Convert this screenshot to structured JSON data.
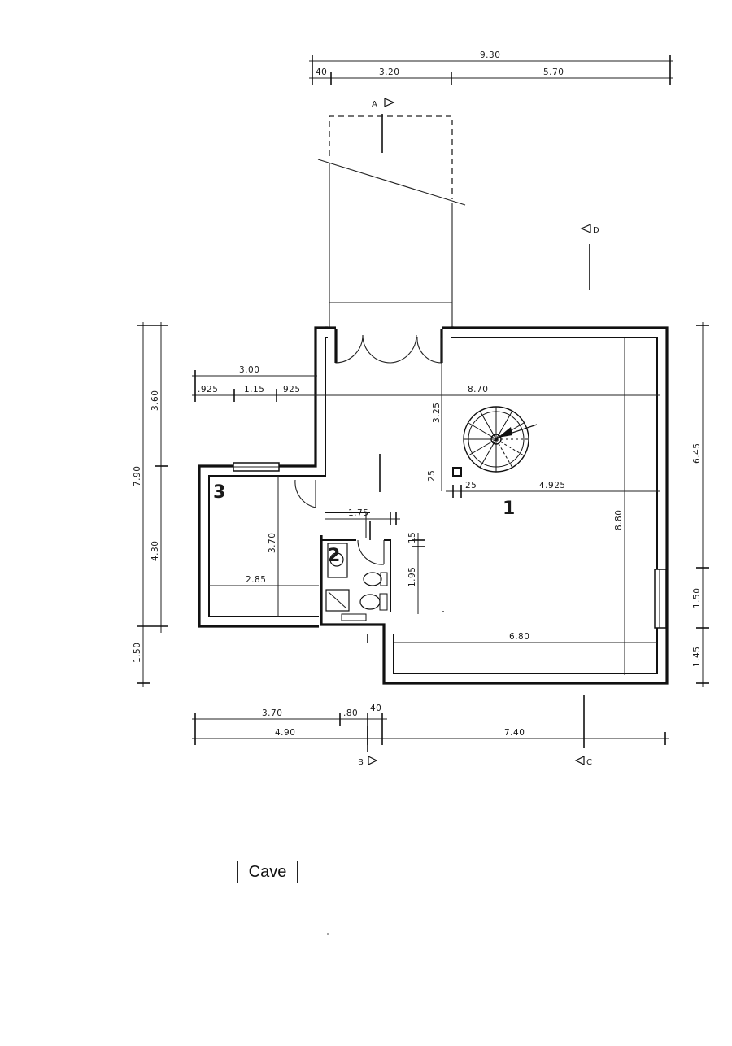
{
  "plan_label": "Cave",
  "rooms": {
    "main": "1",
    "wc": "2",
    "small": "3"
  },
  "sections": {
    "a": "A",
    "b": "B",
    "c": "C",
    "d": "D"
  },
  "dimensions": {
    "top_total": "9.30",
    "top_40": "40",
    "top_320": "3.20",
    "top_570": "5.70",
    "d_300": "3.00",
    "d_925a": ".925",
    "d_115": "1.15",
    "d_925b": "925",
    "d_870": "8.70",
    "d_325": "3.25",
    "d_25v": "25",
    "d_25h": "25",
    "d_4925": "4.925",
    "d_175": "1.75",
    "d_15": "15",
    "d_195": "1.95",
    "d_370v": "3.70",
    "d_285": "2.85",
    "d_680": "6.80",
    "d_880": "8.80",
    "left_360": "3.60",
    "left_790": "7.90",
    "left_430": "4.30",
    "left_150": "1.50",
    "right_645": "6.45",
    "right_150": "1.50",
    "right_145": "1.45",
    "bot_370": "3.70",
    "bot_80": ".80",
    "bot_40": "40",
    "bot_490": "4.90",
    "bot_740": "7.40"
  }
}
